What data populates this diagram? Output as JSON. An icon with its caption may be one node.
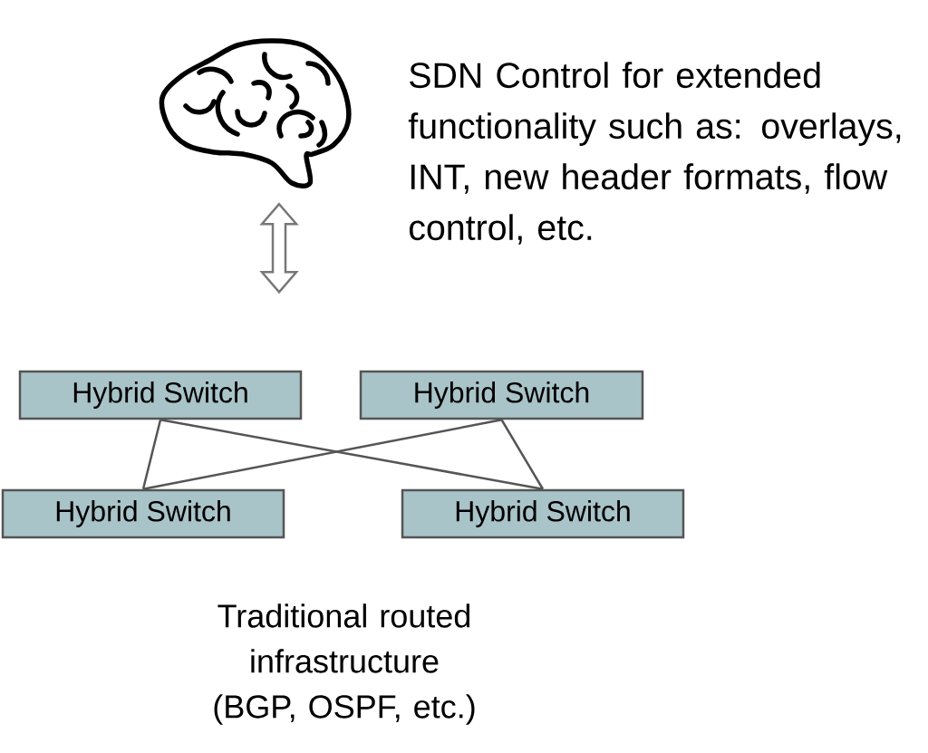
{
  "diagram": {
    "nodes": [
      {
        "text": [],
        "shape": "picture",
        "beside": [
          "SDN Control for extended functionality such as: overlays, INT, new header formats, flow control, etc."
        ]
      },
      {
        "text": [
          "Hybrid  Switch"
        ]
      },
      {
        "text": [
          "Hybrid  Switch"
        ]
      },
      {
        "text": [
          "Hybrid  Switch"
        ]
      },
      {
        "text": [
          "Hybrid  Switch"
        ]
      }
    ],
    "edges": [
      {
        "from": 0,
        "to": null,
        "arrow": "both"
      },
      {
        "from": 1,
        "to": 3,
        "arrow": "none"
      },
      {
        "from": 1,
        "to": 4,
        "arrow": "none"
      },
      {
        "from": 2,
        "to": 3,
        "arrow": "none"
      },
      {
        "from": 2,
        "to": 4,
        "arrow": "none"
      }
    ],
    "labels": [
      "Traditional routed infrastructure (BGP, OSPF, etc.)"
    ]
  }
}
